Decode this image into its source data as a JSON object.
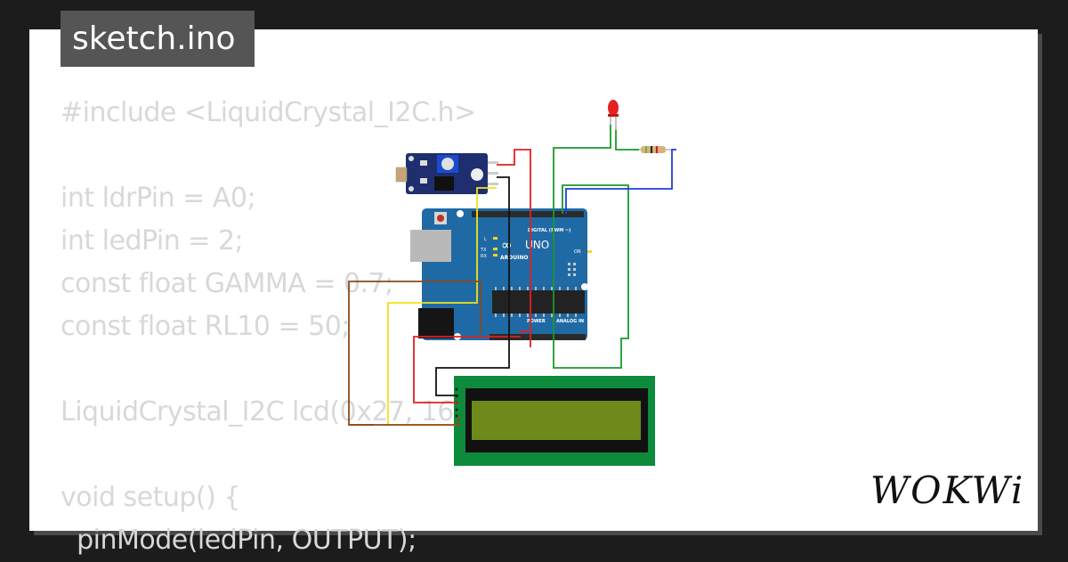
{
  "title": "sketch.ino",
  "code_lines": [
    "#include <LiquidCrystal_I2C.h>",
    "",
    "int ldrPin = A0;",
    "int ledPin = 2;",
    "const float GAMMA = 0.7;",
    "const float RL10 = 50;",
    "",
    "LiquidCrystal_I2C lcd(0x27, 16, 2);",
    "",
    "void setup() {",
    "  pinMode(ledPin, OUTPUT);"
  ],
  "brand": "WOKWi",
  "board": {
    "logo_text": "UNO",
    "brand_text": "ARDUINO",
    "digital_label": "DIGITAL (PWM ~)",
    "power_label": "POWER",
    "analog_label": "ANALOG IN",
    "on_label": "ON",
    "led_labels": [
      "L",
      "TX",
      "RX"
    ]
  },
  "colors": {
    "board": "#1f6aa5",
    "lcd_pcb": "#0d8a3c",
    "lcd_screen": "#6e8a1a",
    "wire_red": "#e02020",
    "wire_green": "#1a9a2a",
    "wire_blue": "#1f3fe0",
    "wire_yellow": "#f2e21a",
    "wire_brown": "#8a4a1a",
    "wire_black": "#111111"
  }
}
